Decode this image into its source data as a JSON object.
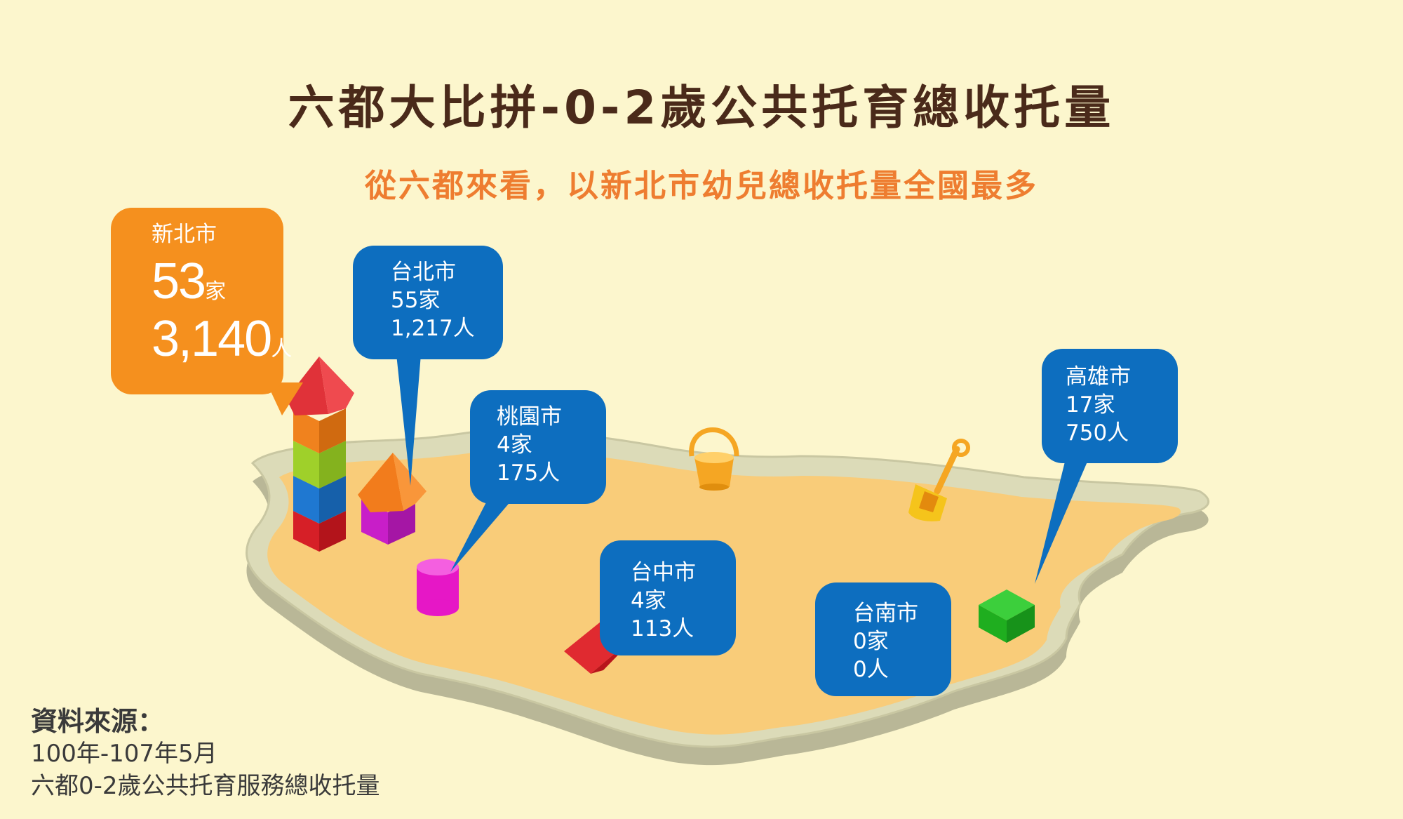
{
  "title": "六都大比拼-0-2歲公共托育總收托量",
  "subtitle": "從六都來看，以新北市幼兒總收托量全國最多",
  "cities": {
    "new_taipei": {
      "name": "新北市",
      "count": "53",
      "count_unit": "家",
      "capacity": "3,140",
      "capacity_unit": "人"
    },
    "taipei": {
      "name": "台北市",
      "count": "55家",
      "capacity": "1,217人"
    },
    "taoyuan": {
      "name": "桃園市",
      "count": "4家",
      "capacity": "175人"
    },
    "taichung": {
      "name": "台中市",
      "count": "4家",
      "capacity": "113人"
    },
    "tainan": {
      "name": "台南市",
      "count": "0家",
      "capacity": "0人"
    },
    "kaohsiung": {
      "name": "高雄市",
      "count": "17家",
      "capacity": "750人"
    }
  },
  "source": {
    "heading": "資料來源：",
    "period": "100年-107年5月",
    "description": "六都0-2歲公共托育服務總收托量"
  },
  "colors": {
    "background": "#fcf6cd",
    "sand": "#f9cc79",
    "title": "#4a2a1a",
    "subtitle": "#ee7d30",
    "bubble_blue": "#0d6ebf",
    "bubble_orange": "#f5901e"
  },
  "icons": [
    "building-blocks-tower-icon",
    "triangle-roof-block-icon",
    "cylinder-block-icon",
    "sand-bucket-icon",
    "sand-shovel-icon",
    "green-cube-block-icon",
    "red-prism-block-icon"
  ]
}
